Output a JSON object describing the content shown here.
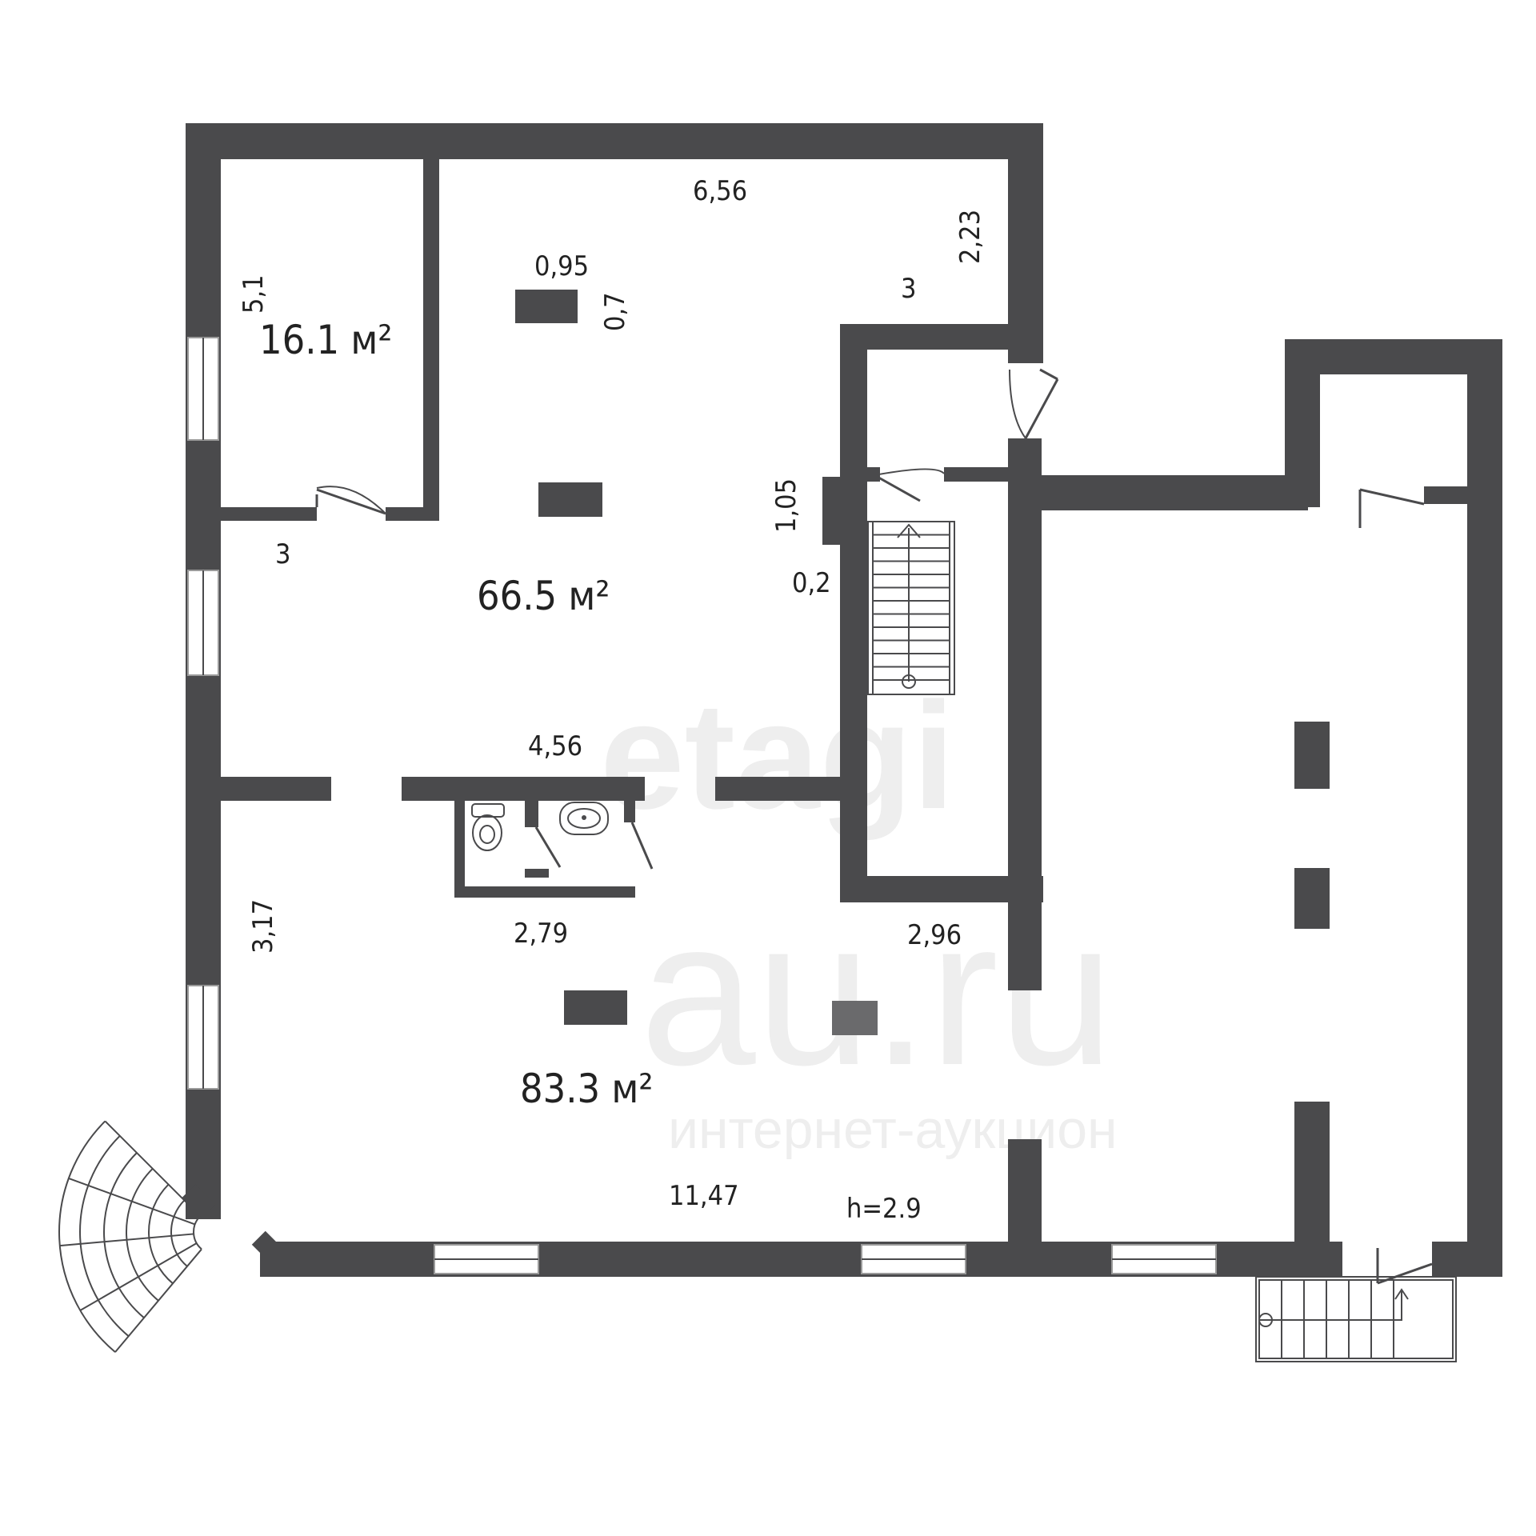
{
  "watermark": {
    "brand": "etagi",
    "site": "au.ru",
    "tagline": "интернет-аукцион"
  },
  "rooms": {
    "office": {
      "area": "16.1 м²"
    },
    "hall": {
      "area": "66.5 м²"
    },
    "main": {
      "area": "83.3 м²"
    }
  },
  "dimensions": {
    "top_width": "6,56",
    "column_w": "0,95",
    "column_h": "0,7",
    "right_depth": "2,23",
    "right_width": "3",
    "office_height": "5,1",
    "office_width": "3",
    "stair_width": "1,05",
    "wall_gap": "0,2",
    "corridor": "4,56",
    "wc_width": "2,79",
    "bay_width": "2,96",
    "left_height": "3,17",
    "bottom_width": "11,47",
    "ceiling": "h=2.9"
  },
  "colors": {
    "wall": "#4a4a4c",
    "background": "#ffffff"
  }
}
